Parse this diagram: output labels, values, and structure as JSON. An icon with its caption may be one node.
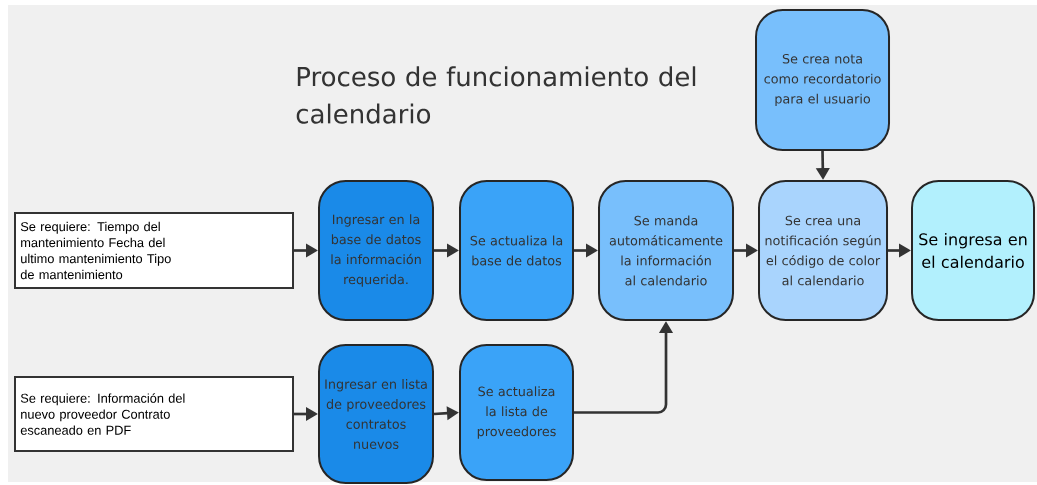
{
  "diagram": {
    "title": "Proceso de funcionamiento del calendario",
    "nodes": [
      {
        "text": [
          "Se requiere: Tiempo del mantenimiento Fecha del ultimo mantenimiento Tipo de mantenimiento"
        ]
      },
      {
        "text": [
          "Ingresar en la base de datos la información requerida."
        ]
      },
      {
        "text": [
          "Se actualiza la base de datos"
        ]
      },
      {
        "text": [
          "Se manda automáticamente la información al calendario"
        ]
      },
      {
        "text": [
          "Se crea nota como recordatorio para el usuario"
        ]
      },
      {
        "text": [
          "Se crea una notificación según el código de color al calendario"
        ]
      },
      {
        "text": [
          "Se ingresa en el calendario"
        ]
      },
      {
        "text": [
          "Se requiere: Información del nuevo proveedor Contrato escaneado en PDF"
        ]
      },
      {
        "text": [
          "Ingresar en lista de proveedores contratos nuevos"
        ]
      },
      {
        "text": [
          "Se actualiza la lista de proveedores"
        ]
      }
    ],
    "edges": [
      {
        "from": 0,
        "to": 1,
        "arrow": "to"
      },
      {
        "from": 1,
        "to": 2,
        "arrow": "to"
      },
      {
        "from": 2,
        "to": 3,
        "arrow": "to"
      },
      {
        "from": 3,
        "to": 5,
        "arrow": "to"
      },
      {
        "from": 4,
        "to": 5,
        "arrow": "to"
      },
      {
        "from": 5,
        "to": 6,
        "arrow": "to"
      },
      {
        "from": 7,
        "to": 8,
        "arrow": "to"
      },
      {
        "from": 8,
        "to": 9,
        "arrow": "to"
      },
      {
        "from": 9,
        "to": 3,
        "arrow": "to"
      }
    ]
  }
}
